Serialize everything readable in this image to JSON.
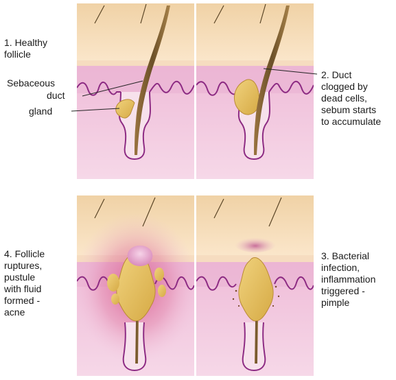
{
  "labels": {
    "step1": "1. Healthy\nfollicle",
    "sebaceous": "Sebaceous",
    "duct": "duct",
    "gland": "gland",
    "step2": "2. Duct\nclogged by\ndead cells,\nsebum starts\nto accumulate",
    "step3": "3. Bacterial\ninfection,\ninflammation\ntriggered -\npimple",
    "step4": "4. Follicle\nruptures,\npustule\nwith fluid\nformed -\nacne"
  },
  "colors": {
    "epidermis": "#f1d6b0",
    "epidermis_light": "#fbe8cf",
    "dermis": "#f2c6df",
    "dermis_light": "#f7dcea",
    "basement_line": "#8d2b83",
    "hair": "#5a4526",
    "sebum": "#e2bd57",
    "sebum_dark": "#c39533",
    "inflammation": "#d9709b",
    "pus": "#e9a9cf"
  }
}
